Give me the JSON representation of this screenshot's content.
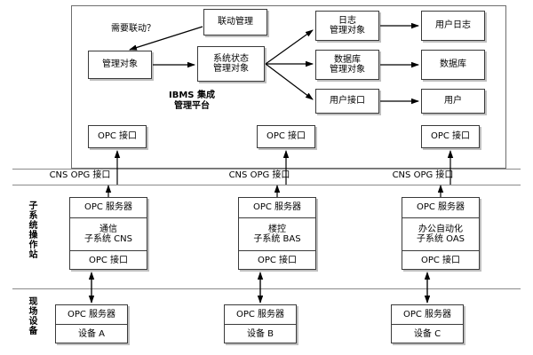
{
  "diagram": {
    "title_platform": {
      "line1": "IBMS 集成",
      "line2": "管理平台"
    },
    "condition_label": "需要联动？"
  },
  "platform": {
    "nodes": [
      {
        "name": "linkage-management",
        "lines": [
          "联动管理"
        ]
      },
      {
        "name": "managed-object",
        "lines": [
          "管理对象"
        ]
      },
      {
        "name": "system-status-object",
        "lines": [
          "系统状态",
          "管理对象"
        ]
      },
      {
        "name": "log-management-object",
        "lines": [
          "日志",
          "管理对象"
        ]
      },
      {
        "name": "database-management-object",
        "lines": [
          "数据库",
          "管理对象"
        ]
      },
      {
        "name": "user-interface-object",
        "lines": [
          "用户接口"
        ]
      },
      {
        "name": "user-log",
        "lines": [
          "用户日志"
        ]
      },
      {
        "name": "database",
        "lines": [
          "数据库"
        ]
      },
      {
        "name": "user",
        "lines": [
          "用户"
        ]
      }
    ],
    "opc_interfaces": [
      {
        "label": "OPC 接口"
      },
      {
        "label": "OPC 接口"
      },
      {
        "label": "OPC 接口"
      }
    ]
  },
  "bands": {
    "bus_labels": [
      "CNS  OPG 接口",
      "CNS  OPG 接口",
      "CNS  OPG 接口"
    ],
    "subsystem_side_label": "子系统操作站",
    "field_side_label": "现场设备"
  },
  "subsystems": [
    {
      "server": "OPC 服务器",
      "body_line1": "通信",
      "body_line2": "子系统 CNS",
      "interface": "OPC 接口"
    },
    {
      "server": "OPC 服务器",
      "body_line1": "楼控",
      "body_line2": "子系统 BAS",
      "interface": "OPC 接口"
    },
    {
      "server": "OPC 服务器",
      "body_line1": "办公自动化",
      "body_line2": "子系统 OAS",
      "interface": "OPC 接口"
    }
  ],
  "devices": [
    {
      "server": "OPC 服务器",
      "name": "设备 A"
    },
    {
      "server": "OPC 服务器",
      "name": "设备 B"
    },
    {
      "server": "OPC 服务器",
      "name": "设备 C"
    }
  ],
  "colors": {
    "stroke": "#3a3a3a",
    "frame": "#6e6e6e",
    "shadow": "#bfbfbf",
    "background": "#ffffff"
  }
}
